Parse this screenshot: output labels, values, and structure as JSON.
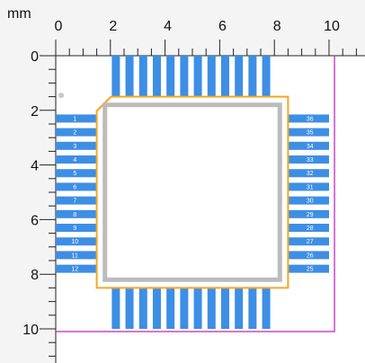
{
  "ruler": {
    "unit": "mm",
    "x_labels": [
      "0",
      "2",
      "4",
      "6",
      "8",
      "10"
    ],
    "y_labels": [
      "0",
      "2",
      "4",
      "6",
      "8",
      "10"
    ]
  },
  "package": {
    "left_pins": [
      "1",
      "2",
      "3",
      "4",
      "5",
      "6",
      "7",
      "8",
      "9",
      "10",
      "11",
      "12"
    ],
    "right_pins": [
      "36",
      "35",
      "34",
      "33",
      "32",
      "31",
      "30",
      "29",
      "28",
      "27",
      "26",
      "25"
    ],
    "top_pin_count": 12,
    "bottom_pin_count": 12
  },
  "colors": {
    "ruler_bg": "#f4f4f4",
    "canvas_bg": "#ffffff",
    "pad": "#3d8ee5",
    "outline": "#f5a623",
    "body": "#bcbcbc",
    "board_edge": "#cc44cc",
    "pin_text": "#ffffff",
    "marker": "#c8c8c8"
  }
}
